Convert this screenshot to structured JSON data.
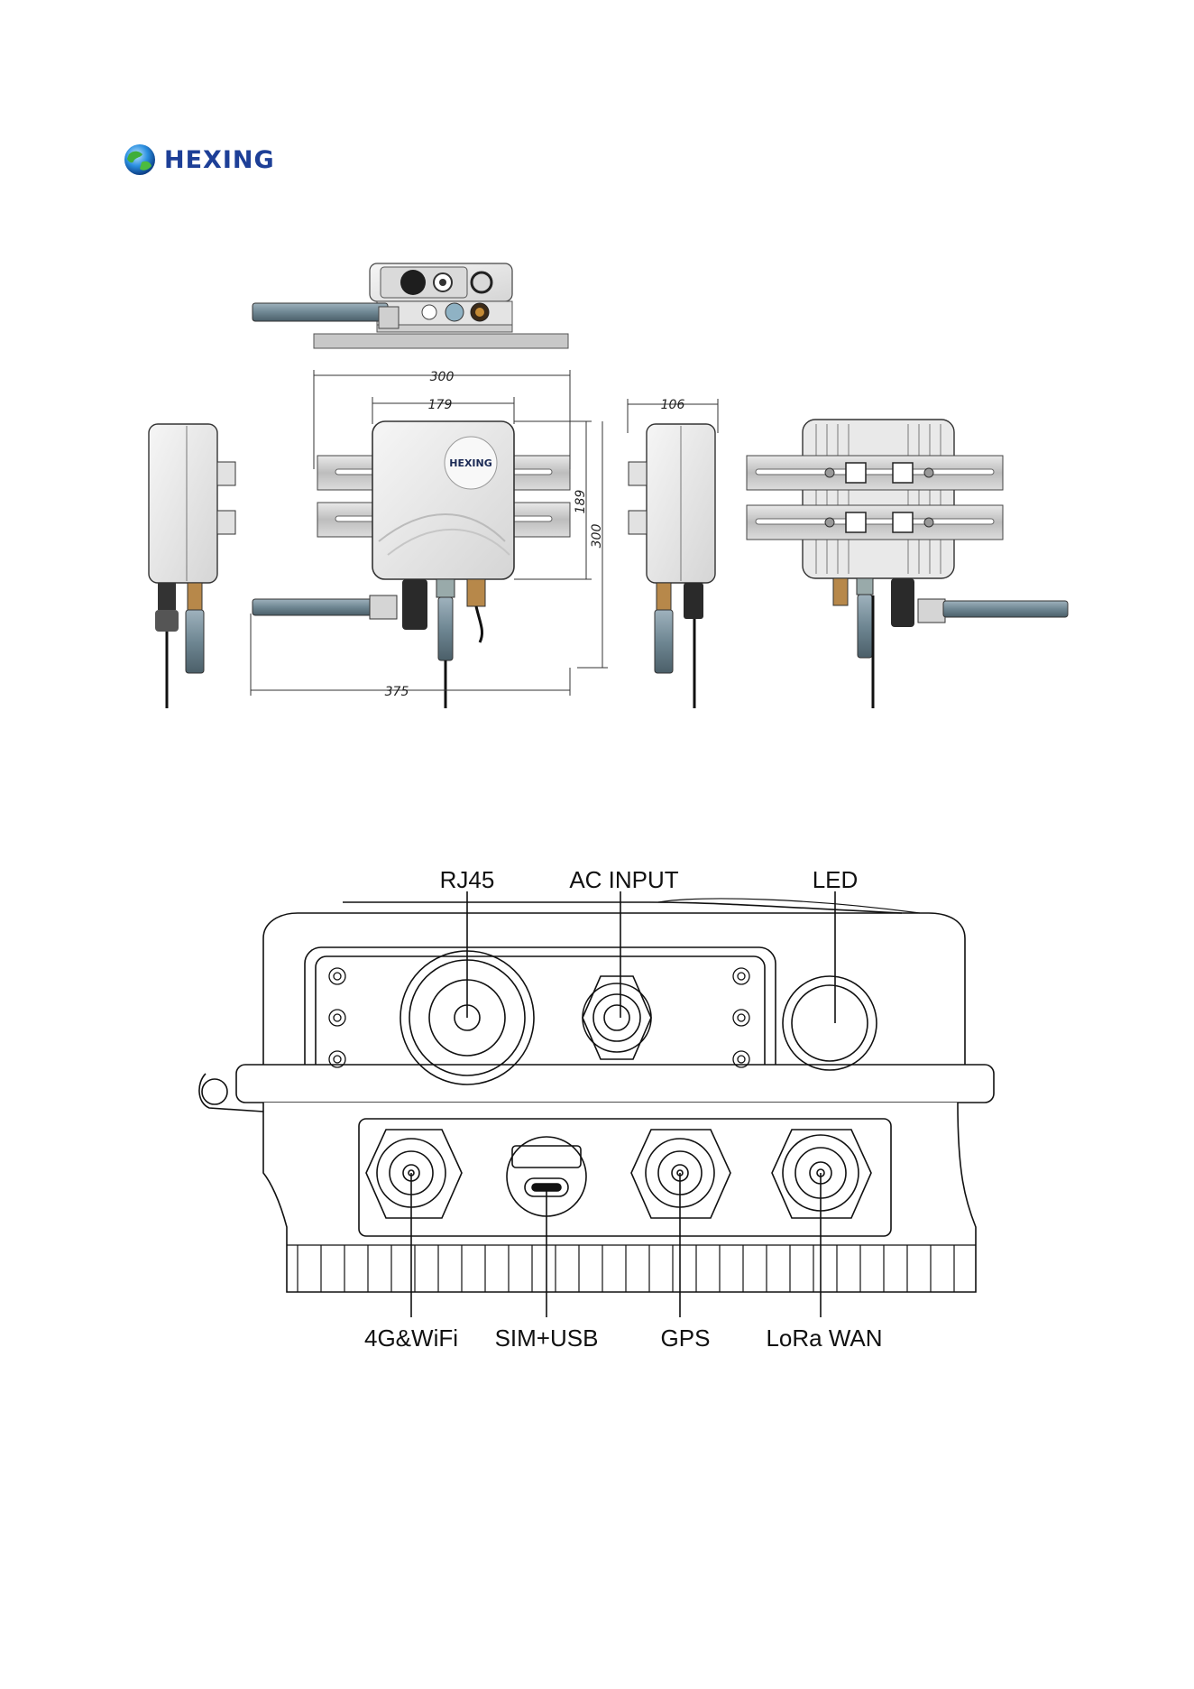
{
  "brand": {
    "name": "HEXING"
  },
  "drawing": {
    "badge_text": "HEXING",
    "dimensions": {
      "width_total": "300",
      "width_body": "179",
      "height_body": "189",
      "height_total": "300",
      "depth": "106",
      "length_antenna": "375"
    }
  },
  "ports": {
    "top": [
      "RJ45",
      "AC INPUT",
      "LED"
    ],
    "bottom": [
      "4G&WiFi",
      "SIM+USB",
      "GPS",
      "LoRa WAN"
    ]
  }
}
